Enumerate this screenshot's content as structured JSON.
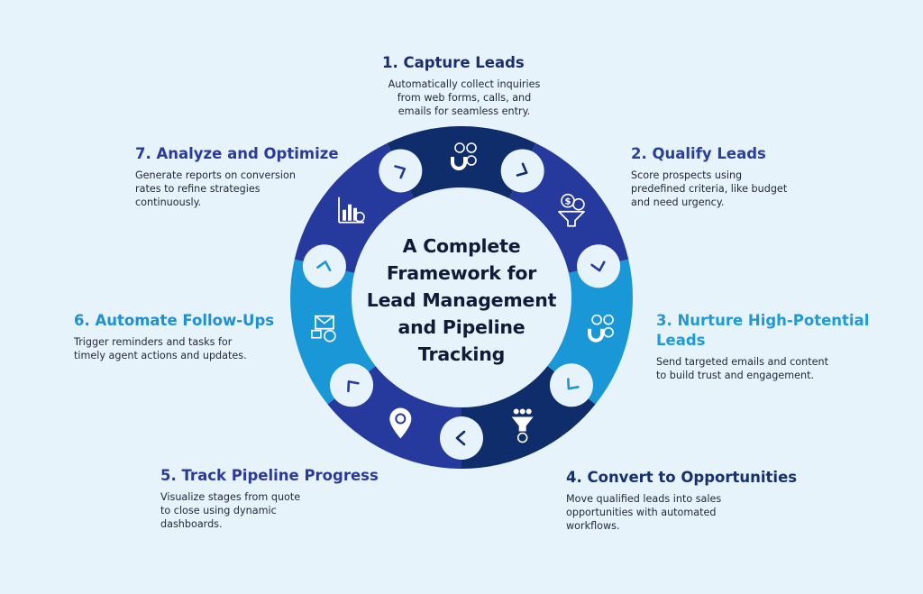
{
  "center": {
    "title_lines": [
      "A Complete",
      "Framework for",
      "Lead Management",
      "and Pipeline",
      "Tracking"
    ]
  },
  "steps": [
    {
      "title": "1.   Capture Leads",
      "desc": [
        "Automatically collect inquiries",
        "from web forms, calls, and",
        "emails for seamless entry."
      ],
      "color": "#0f2d6b",
      "icon": "magnet-people-icon"
    },
    {
      "title": "2. Qualify Leads",
      "desc": [
        "Score prospects using",
        "predefined criteria, like budget",
        "and need urgency."
      ],
      "color": "#263a9e",
      "icon": "dollar-funnel-icon"
    },
    {
      "title": "3. Nurture High-Potential Leads",
      "desc": [
        "Send targeted emails and content",
        "to build trust and engagement."
      ],
      "color": "#1a97d6",
      "icon": "magnet-people-icon"
    },
    {
      "title": "4. Convert to Opportunities",
      "desc": [
        "Move qualified leads into sales",
        "opportunities with automated",
        "workflows."
      ],
      "color": "#0f2d6b",
      "icon": "conversion-funnel-icon"
    },
    {
      "title": "5. Track Pipeline Progress",
      "desc": [
        "Visualize stages from quote",
        "to close using dynamic",
        "dashboards."
      ],
      "color": "#263a9e",
      "icon": "location-pin-icon"
    },
    {
      "title": "6. Automate Follow-Ups",
      "desc": [
        "Trigger reminders and tasks for",
        "timely agent actions and updates."
      ],
      "color": "#1a97d6",
      "icon": "email-automation-icon"
    },
    {
      "title": "7. Analyze and Optimize",
      "desc": [
        "Generate reports on conversion",
        "rates to refine strategies",
        "continuously."
      ],
      "color": "#263a9e",
      "icon": "analytics-chart-icon"
    }
  ],
  "colors": {
    "background": "#e7f3fb",
    "navy": "#0f2d6b",
    "indigo": "#263a9e",
    "sky": "#1a97d6",
    "connector": "#e7f3fb",
    "center_fill": "#e7f3fb"
  }
}
